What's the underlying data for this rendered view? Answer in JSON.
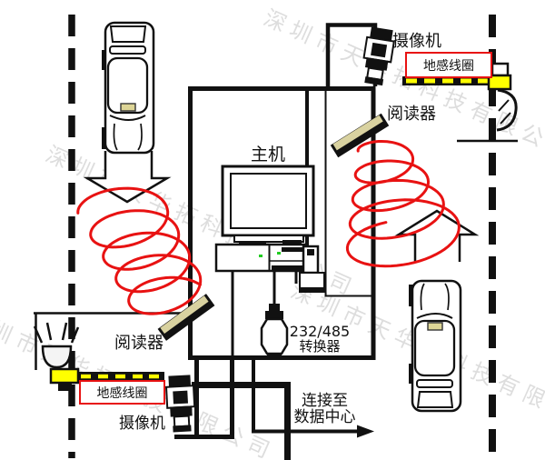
{
  "labels": {
    "host": "主机",
    "camera": "摄像机",
    "reader": "阅读器",
    "ground_coil": "地感线圈",
    "converter_line1": "232/485",
    "converter_line2": "转换器",
    "to_datacenter_line1": "连接至",
    "to_datacenter_line2": "数据中心"
  },
  "watermark_text": "深圳市天华拓科技有限公司",
  "colors": {
    "signal_red": "#e81212",
    "coil_box_border": "#e81212",
    "barrier_yellow": "#ffff00",
    "reader_tan": "#d9d2a0",
    "car_tag_yellow": "#ddd596",
    "led_green": "#22cc22",
    "ink": "#111111"
  }
}
